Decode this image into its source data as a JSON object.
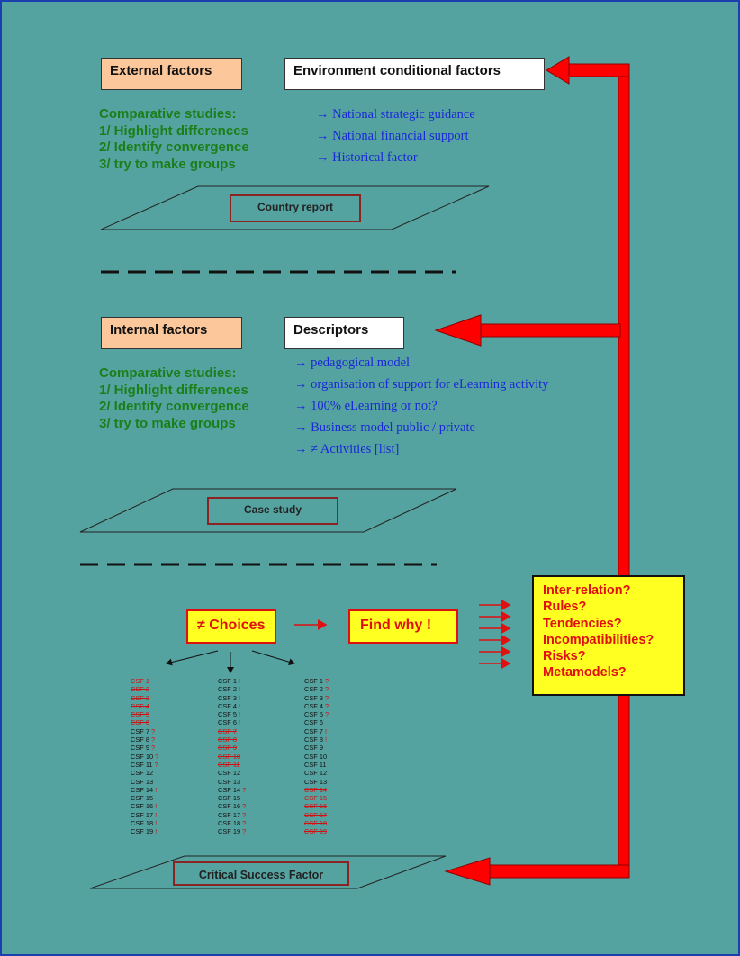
{
  "top": {
    "external_label": "External factors",
    "environment_label": "Environment conditional factors",
    "studies": [
      "Comparative studies:",
      "1/ Highlight differences",
      "2/ Identify convergence",
      "3/ try to make groups"
    ],
    "env_items": [
      "National strategic guidance",
      "National financial support",
      "Historical factor"
    ],
    "report_label": "Country report"
  },
  "middle": {
    "internal_label": "Internal factors",
    "descriptors_label": "Descriptors",
    "studies": [
      "Comparative studies:",
      "1/ Highlight differences",
      "2/ Identify convergence",
      "3/ try to make groups"
    ],
    "descriptor_items": [
      "pedagogical model",
      "organisation of support for eLearning activity",
      "100% eLearning or not?",
      "Business model public / private",
      "≠ Activities [list]"
    ],
    "case_label": "Case study"
  },
  "bottom": {
    "choices_label": "≠ Choices",
    "findwhy_label": "Find why !",
    "questions": [
      "Inter-relation?",
      "Rules?",
      "Tendencies?",
      "Incompatibilities?",
      "Risks?",
      "Metamodels?"
    ],
    "csf_label": "Critical Success Factor",
    "csf_columns": [
      [
        [
          "CSF 1",
          "",
          true
        ],
        [
          "CSF 2",
          "",
          true
        ],
        [
          "CSF 3",
          "",
          true
        ],
        [
          "CSF 4",
          "",
          true
        ],
        [
          "CSF 5",
          "",
          true
        ],
        [
          "CSF 6",
          "",
          true
        ],
        [
          "CSF 7",
          "?",
          false
        ],
        [
          "CSF 8",
          "?",
          false
        ],
        [
          "CSF 9",
          "?",
          false
        ],
        [
          "CSF 10",
          "?",
          false
        ],
        [
          "CSF 11",
          "?",
          false
        ],
        [
          "CSF 12",
          "",
          false
        ],
        [
          "CSF 13",
          "",
          false
        ],
        [
          "CSF 14",
          "!",
          false
        ],
        [
          "CSF 15",
          "",
          false
        ],
        [
          "CSF 16",
          "!",
          false
        ],
        [
          "CSF 17",
          "!",
          false
        ],
        [
          "CSF 18",
          "!",
          false
        ],
        [
          "CSF 19",
          "!",
          false
        ]
      ],
      [
        [
          "CSF 1",
          "!",
          false
        ],
        [
          "CSF 2",
          "!",
          false
        ],
        [
          "CSF 3",
          "!",
          false
        ],
        [
          "CSF 4",
          "!",
          false
        ],
        [
          "CSF 5",
          "!",
          false
        ],
        [
          "CSF 6",
          "!",
          false
        ],
        [
          "CSF 7",
          "",
          true
        ],
        [
          "CSF 8",
          "",
          true
        ],
        [
          "CSF 9",
          "",
          true
        ],
        [
          "CSF 10",
          "",
          true
        ],
        [
          "CSF 11",
          "",
          true
        ],
        [
          "CSF 12",
          "",
          false
        ],
        [
          "CSF 13",
          "",
          false
        ],
        [
          "CSF 14",
          "?",
          false
        ],
        [
          "CSF 15",
          "",
          false
        ],
        [
          "CSF 16",
          "?",
          false
        ],
        [
          "CSF 17",
          "?",
          false
        ],
        [
          "CSF 18",
          "?",
          false
        ],
        [
          "CSF 19",
          "?",
          false
        ]
      ],
      [
        [
          "CSF 1",
          "?",
          false
        ],
        [
          "CSF 2",
          "?",
          false
        ],
        [
          "CSF 3",
          "?",
          false
        ],
        [
          "CSF 4",
          "?",
          false
        ],
        [
          "CSF 5",
          "?",
          false
        ],
        [
          "CSF 6",
          "",
          false
        ],
        [
          "CSF 7",
          "!",
          false
        ],
        [
          "CSF 8",
          "!",
          false
        ],
        [
          "CSF 9",
          "",
          false
        ],
        [
          "CSF 10",
          "",
          false
        ],
        [
          "CSF 11",
          "",
          false
        ],
        [
          "CSF 12",
          "",
          false
        ],
        [
          "CSF 13",
          "",
          false
        ],
        [
          "CSF 14",
          "",
          true
        ],
        [
          "CSF 15",
          "",
          true
        ],
        [
          "CSF 16",
          "",
          true
        ],
        [
          "CSF 17",
          "",
          true
        ],
        [
          "CSF 18",
          "",
          true
        ],
        [
          "CSF 19",
          "",
          true
        ]
      ]
    ]
  },
  "colors": {
    "background": "#55a3a0",
    "peach": "#fbc79b",
    "green_text": "#1a7f1a",
    "blue_text": "#1a28d8",
    "arrow_red": "#ff0000",
    "yellow": "#ffff22"
  }
}
